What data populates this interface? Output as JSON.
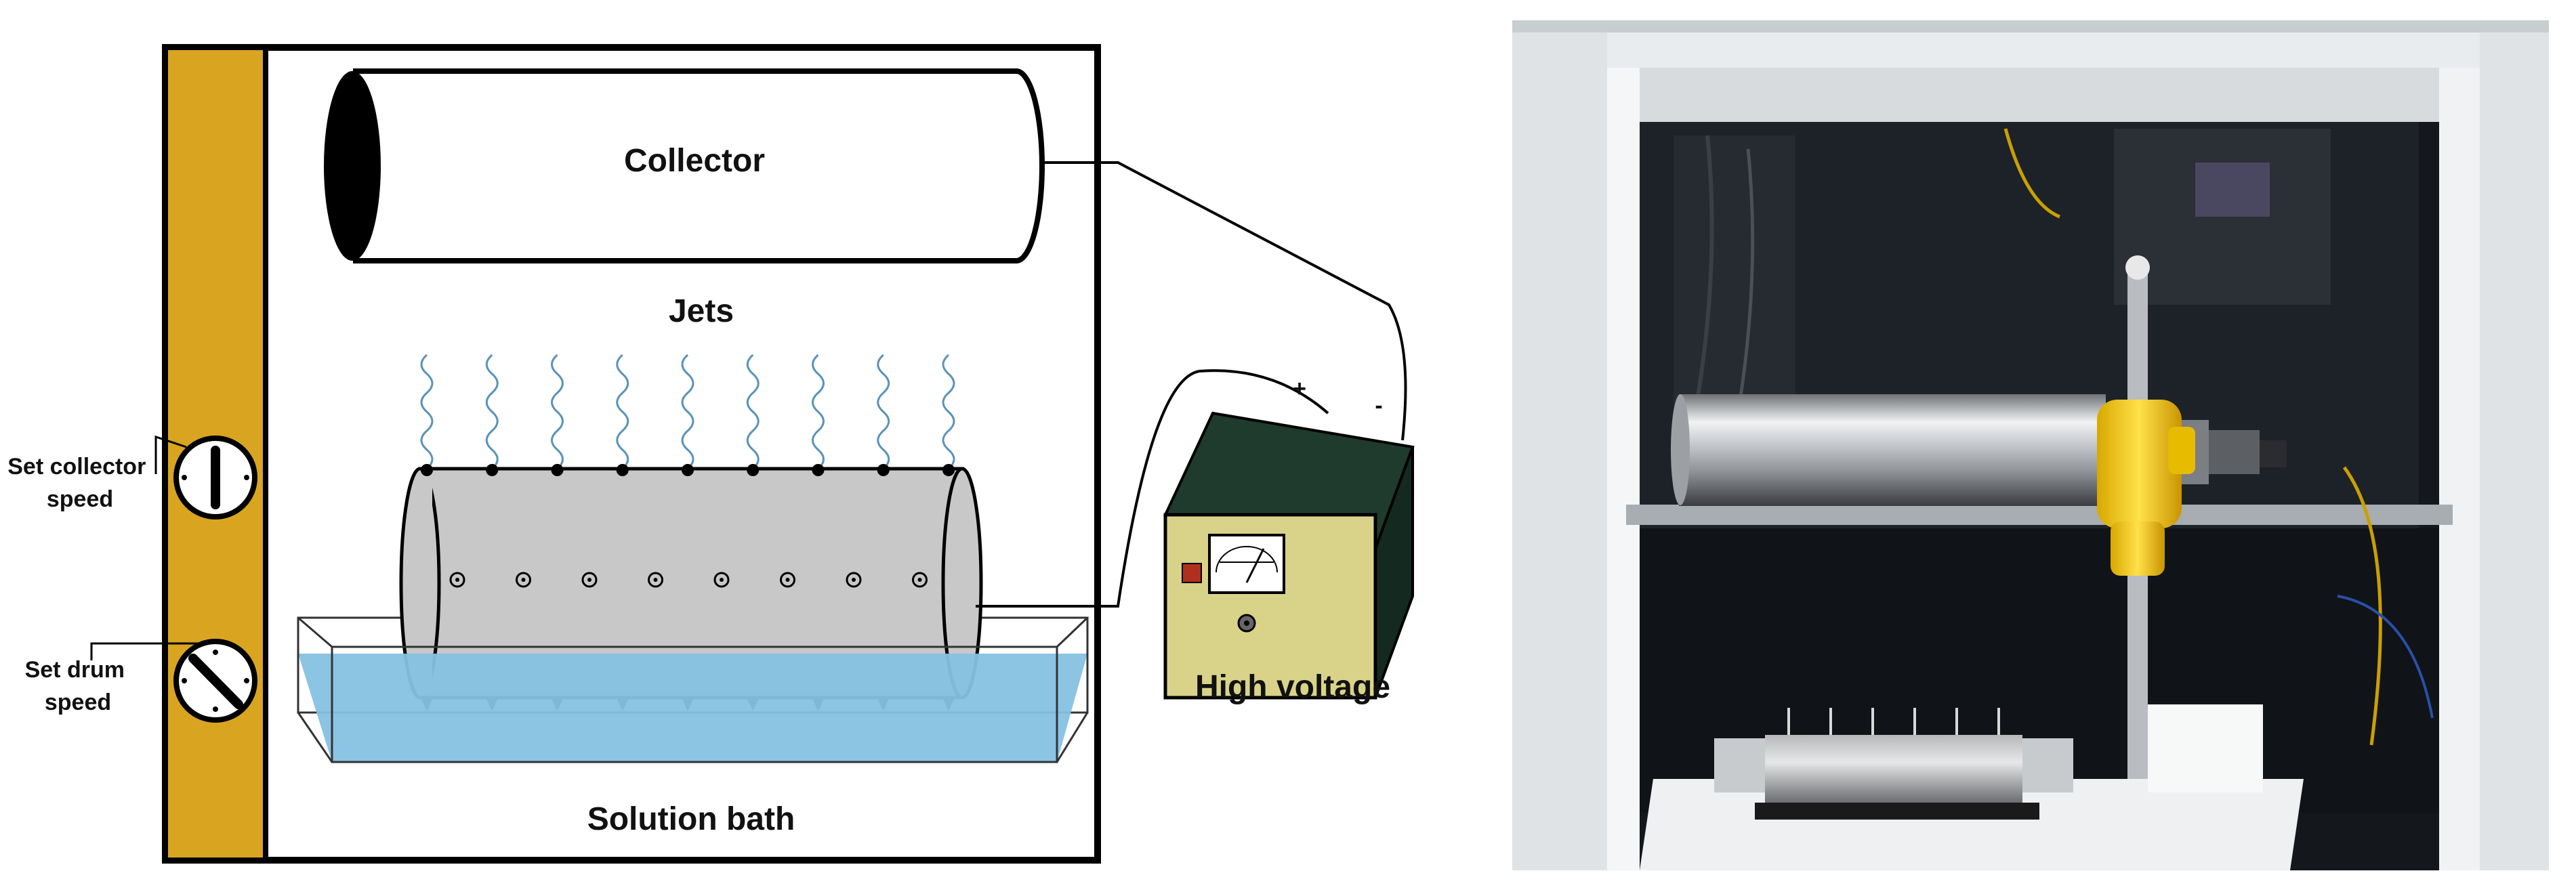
{
  "diagram": {
    "labels": {
      "collector": "Collector",
      "jets": "Jets",
      "high_voltage": "High voltage",
      "solution_bath": "Solution bath",
      "set_collector_speed": [
        "Set collector",
        "speed"
      ],
      "set_drum_speed": [
        "Set drum",
        "speed"
      ],
      "plus": "+",
      "minus": "-"
    },
    "jet_count": 9,
    "colors": {
      "panel": "#d9a520",
      "drum": "#c8c8c8",
      "bath_liquid": "#86c1e3",
      "jets": "#5a93b8",
      "hv_body": "#2c4a3c",
      "hv_face": "#d9d38a",
      "hv_button": "#b03020"
    }
  },
  "photo": {
    "colors": {
      "frame": "#e8ecef",
      "background": "#14171c",
      "collector_metal": "#c9ccd0",
      "yellow_holder": "#f2c60c"
    }
  }
}
